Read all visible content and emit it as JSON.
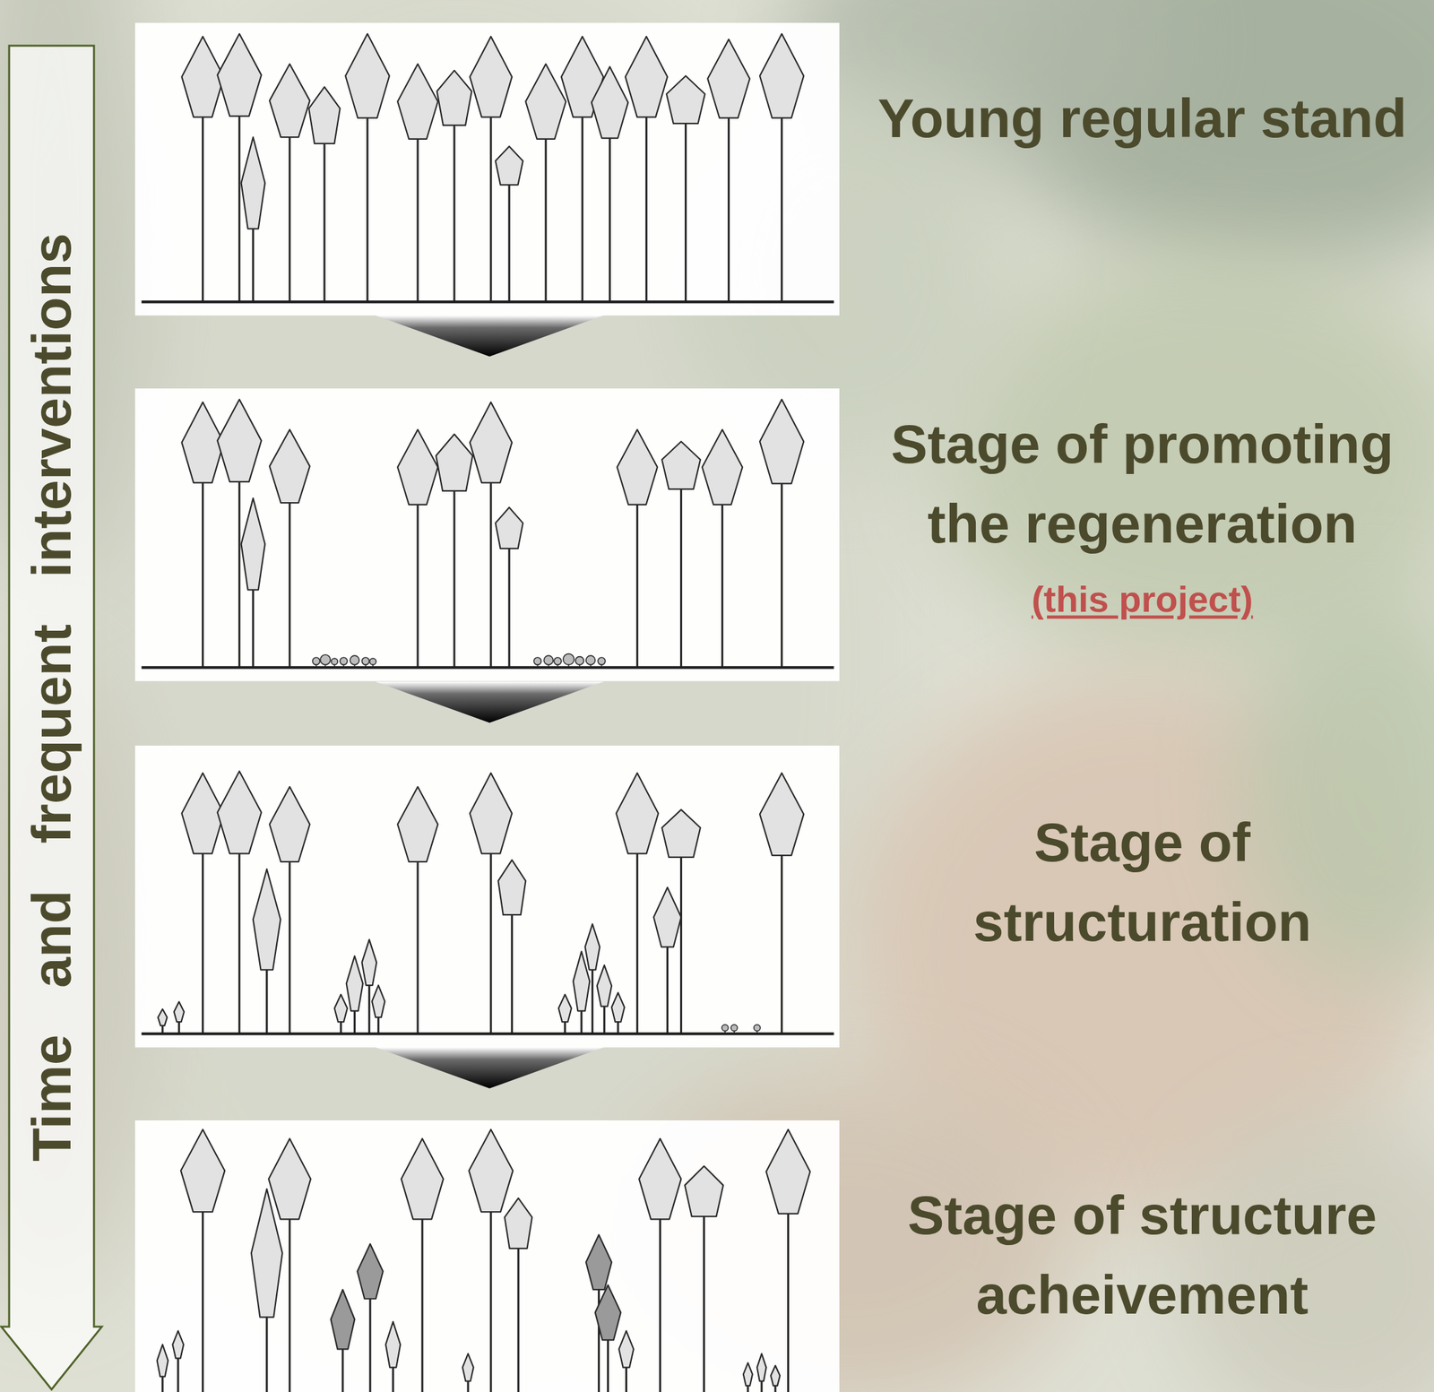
{
  "diagram": {
    "nodes": [
      {
        "text": [
          "Time and frequent interventions"
        ]
      }
    ],
    "labels": [
      "Young regular stand",
      "Stage of promoting the regeneration",
      "(this project)",
      "Stage of structuration",
      "Stage of structure acheivement"
    ]
  }
}
